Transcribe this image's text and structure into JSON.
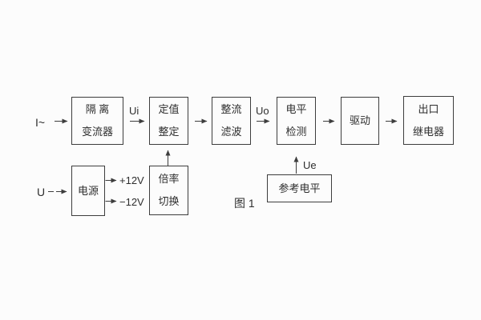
{
  "figure_caption": "图 1",
  "colors": {
    "line": "#3d3d3d",
    "text": "#2e2e2e",
    "background": "#fcfcfc"
  },
  "blocks": {
    "isolation_transformer": {
      "line1": "隔 离",
      "line2": "变流器"
    },
    "setpoint_adjust": {
      "line1": "定值",
      "line2": "整定"
    },
    "rectify_filter": {
      "line1": "整流",
      "line2": "滤波"
    },
    "level_detect": {
      "line1": "电平",
      "line2": "检测"
    },
    "drive": {
      "line1": "驱动"
    },
    "output_relay": {
      "line1": "出口",
      "line2": "继电器"
    },
    "power_supply": {
      "line1": "电源"
    },
    "ratio_switch": {
      "line1": "倍率",
      "line2": "切换"
    },
    "reference_level": {
      "line1": "参考电平"
    }
  },
  "labels": {
    "input_current": "I~",
    "input_voltage": "U",
    "ui": "Ui",
    "uo": "Uo",
    "ue": "Ue",
    "rail_positive": "+12V",
    "rail_negative": "−12V"
  }
}
